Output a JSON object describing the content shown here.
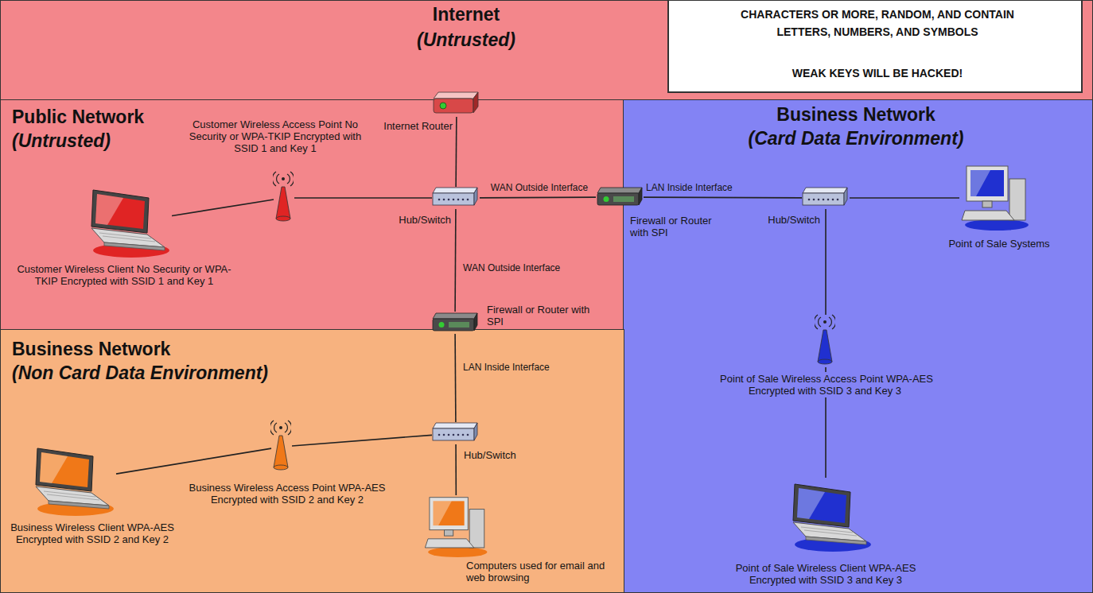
{
  "diagram": {
    "nodes": [
      {
        "text": [
          "Internet",
          "(Untrusted)"
        ]
      },
      {
        "text": [
          "CHARACTERS OR MORE, RANDOM, AND CONTAIN LETTERS, NUMBERS, AND SYMBOLS",
          "WEAK KEYS WILL BE HACKED!"
        ],
        "in": 0
      },
      {
        "text": [
          "Public Network",
          "(Untrusted)"
        ]
      },
      {
        "text": [
          "Business Network",
          "(Card Data Environment)"
        ]
      },
      {
        "text": [
          "Business Network",
          "(Non Card Data Environment)"
        ]
      },
      {
        "text": [
          "Internet Router"
        ],
        "in": 2
      },
      {
        "text": [
          "Customer Wireless Access Point No Security or WPA-TKIP Encrypted with SSID 1 and Key 1"
        ],
        "in": 2
      },
      {
        "text": [
          "Customer Wireless Client No Security or WPA-TKIP Encrypted with SSID 1 and Key 1"
        ],
        "in": 2
      },
      {
        "text": [
          "Hub/Switch"
        ],
        "in": 2
      },
      {
        "text": [
          "Firewall or Router with SPI"
        ]
      },
      {
        "text": [
          "Firewall or Router with SPI"
        ]
      },
      {
        "text": [
          "Hub/Switch"
        ],
        "in": 3
      },
      {
        "text": [
          "Point of Sale Systems"
        ],
        "in": 3
      },
      {
        "text": [
          "Point of Sale Wireless Access Point WPA-AES Encrypted with SSID 3 and Key 3"
        ],
        "in": 3
      },
      {
        "text": [
          "Point of Sale Wireless Client WPA-AES Encrypted with SSID 3 and Key 3"
        ],
        "in": 3
      },
      {
        "text": [
          "Hub/Switch"
        ],
        "in": 4
      },
      {
        "text": [
          "Business Wireless Access Point WPA-AES Encrypted with SSID 2 and Key 2"
        ],
        "in": 4
      },
      {
        "text": [
          "Business Wireless Client WPA-AES Encrypted with SSID 2 and Key 2"
        ],
        "in": 4
      },
      {
        "text": [
          "Computers used for email and web browsing"
        ],
        "in": 4
      }
    ],
    "edges": [
      {
        "from": 5,
        "to": 8,
        "arrow": "none"
      },
      {
        "from": 7,
        "to": 6,
        "arrow": "none"
      },
      {
        "from": 6,
        "to": 8,
        "arrow": "none"
      },
      {
        "from": 8,
        "to": 9,
        "label": "WAN Outside Interface",
        "arrow": "none"
      },
      {
        "from": 9,
        "to": 11,
        "label": "LAN Inside Interface",
        "arrow": "none"
      },
      {
        "from": 11,
        "to": 12,
        "arrow": "none"
      },
      {
        "from": 11,
        "to": 13,
        "arrow": "none"
      },
      {
        "from": 13,
        "to": 14,
        "arrow": "none"
      },
      {
        "from": 8,
        "to": 10,
        "label": "WAN Outside Interface",
        "arrow": "none"
      },
      {
        "from": 10,
        "to": 15,
        "label": "LAN Inside Interface",
        "arrow": "none"
      },
      {
        "from": 16,
        "to": 15,
        "arrow": "none"
      },
      {
        "from": 17,
        "to": 16,
        "arrow": "none"
      },
      {
        "from": 15,
        "to": 18,
        "arrow": "none"
      }
    ]
  }
}
